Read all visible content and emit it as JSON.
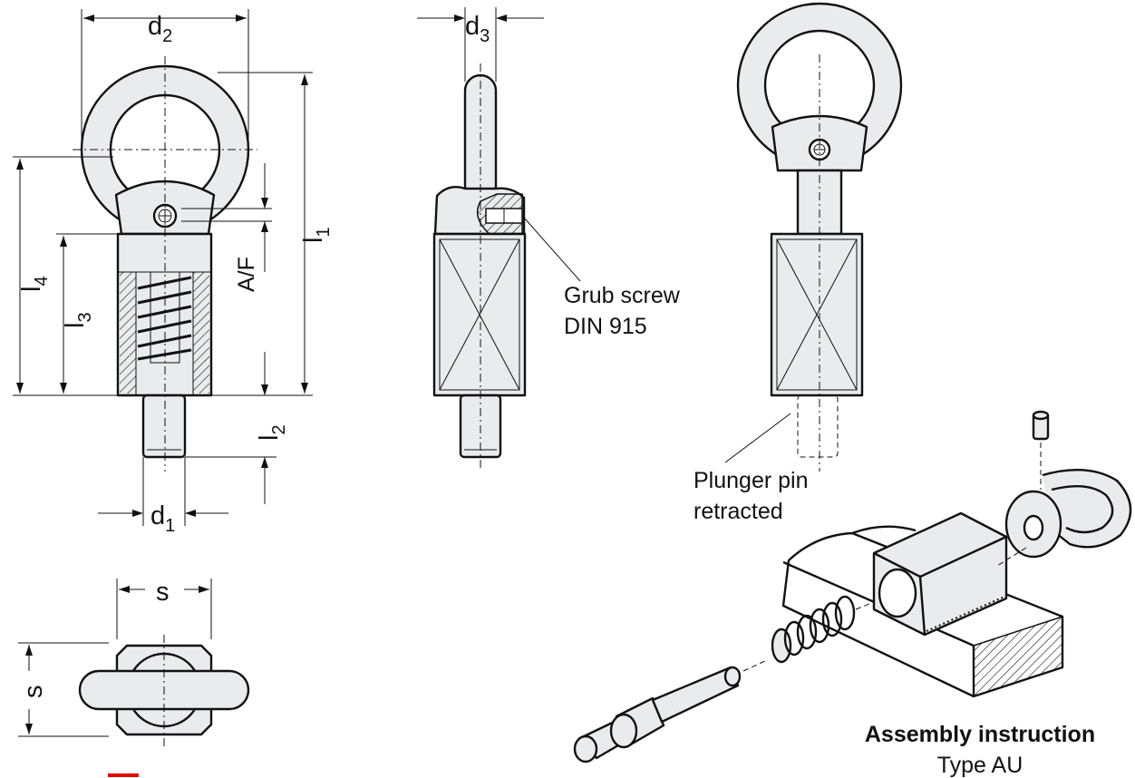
{
  "dimensions": {
    "d2": {
      "main": "d",
      "sub": "2"
    },
    "d3": {
      "main": "d",
      "sub": "3"
    },
    "d1": {
      "main": "d",
      "sub": "1"
    },
    "l1": {
      "main": "l",
      "sub": "1"
    },
    "l2": {
      "main": "l",
      "sub": "2"
    },
    "l3": {
      "main": "l",
      "sub": "3"
    },
    "l4": {
      "main": "l",
      "sub": "4"
    },
    "af": "A/F",
    "s_top": "s",
    "s_side": "s"
  },
  "callouts": {
    "grub_screw_line1": "Grub screw",
    "grub_screw_line2": "DIN 915",
    "plunger_line1": "Plunger pin",
    "plunger_line2": "retracted"
  },
  "assembly": {
    "title": "Assembly instruction",
    "type": "Type AU"
  },
  "colors": {
    "part_fill": "#e9ebed",
    "line": "#111111",
    "marker": "#e60000"
  }
}
